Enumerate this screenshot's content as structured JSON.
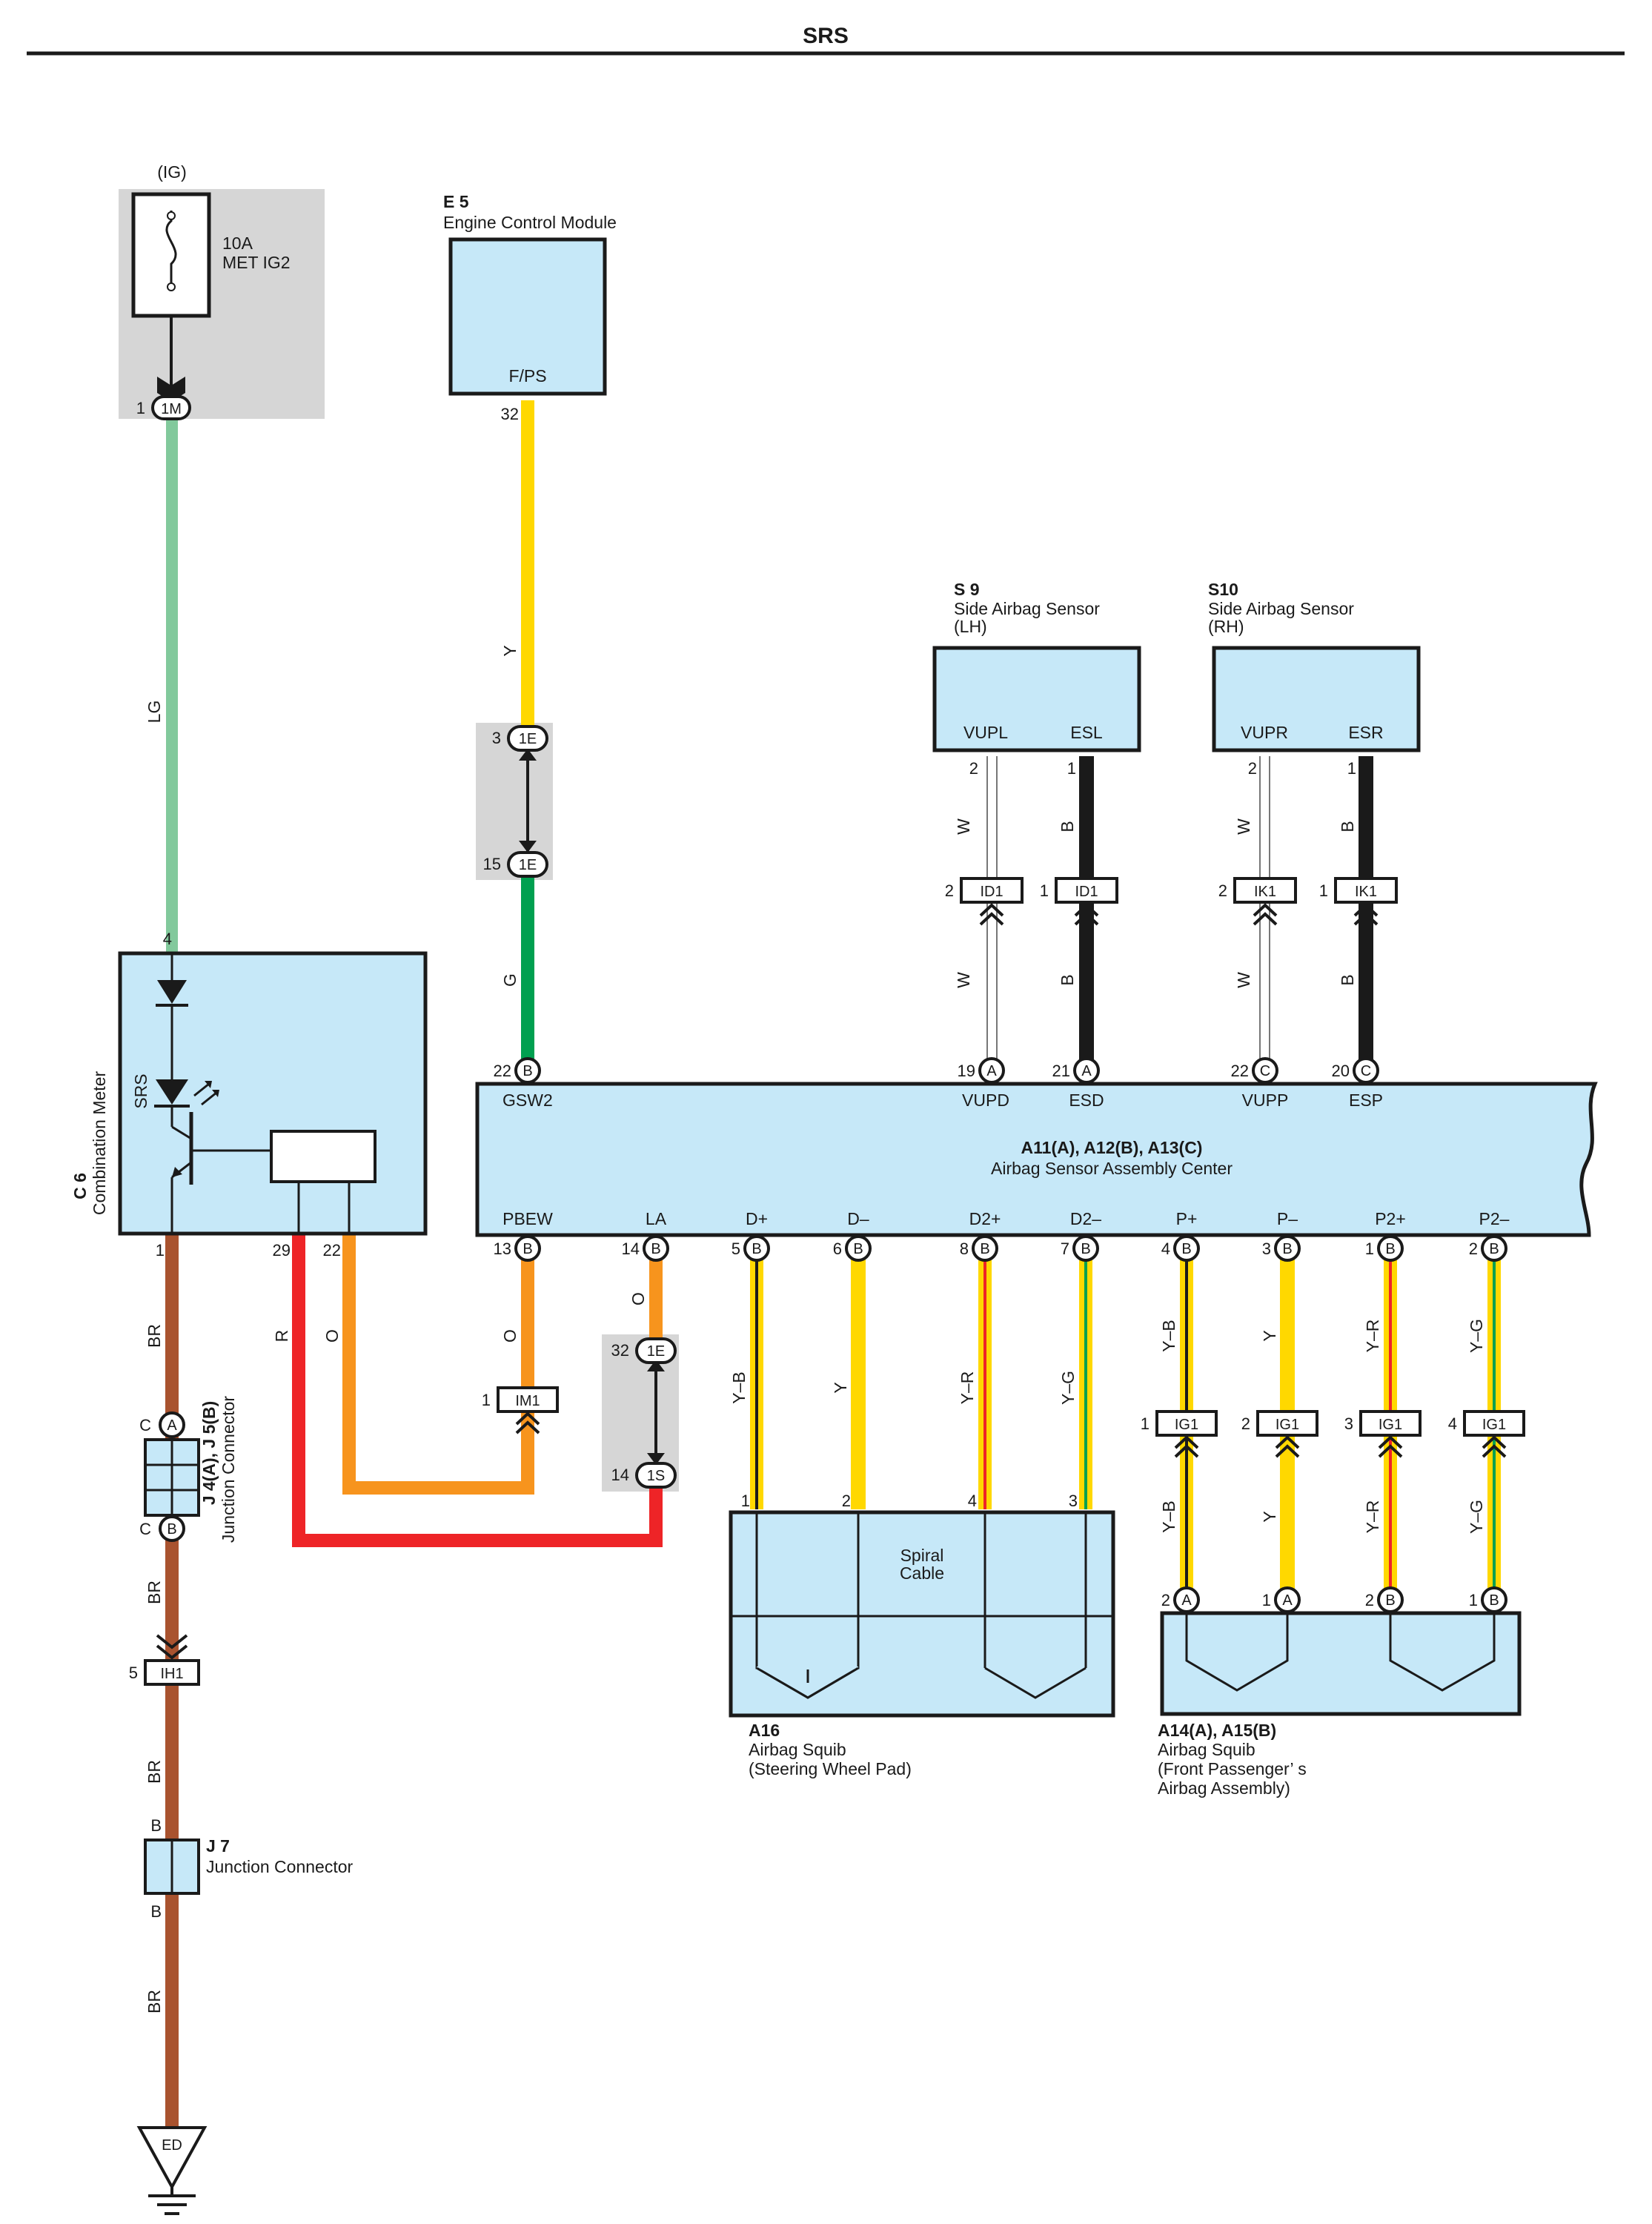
{
  "title": "SRS",
  "ig": {
    "supply": "(IG)",
    "fuse_rating": "10A",
    "fuse_name": "MET IG2",
    "conn_pin": "1",
    "conn_code": "1M"
  },
  "ecm": {
    "code": "E 5",
    "name": "Engine Control Module",
    "terminal": "F/PS",
    "pin": "32",
    "wire_upper": "Y",
    "junction_in_pin": "3",
    "junction_in_code": "1E",
    "junction_out_pin": "15",
    "junction_out_code": "1E",
    "wire_lower": "G"
  },
  "sensor_lh": {
    "code": "S 9",
    "name": "Side Airbag Sensor",
    "side": "(LH)",
    "term1": "VUPL",
    "term2": "ESL",
    "pin1": "2",
    "pin2": "1",
    "wire1": "W",
    "wire2": "B",
    "conn_pin1": "2",
    "conn_pin2": "1",
    "conn_code": "ID1"
  },
  "sensor_rh": {
    "code": "S10",
    "name": "Side Airbag Sensor",
    "side": "(RH)",
    "term1": "VUPR",
    "term2": "ESR",
    "pin1": "2",
    "pin2": "1",
    "wire1": "W",
    "wire2": "B",
    "conn_pin1": "2",
    "conn_pin2": "1",
    "conn_code": "IK1"
  },
  "meter": {
    "code": "C 6",
    "name": "Combination Meter",
    "lamp": "SRS",
    "pin_in": "4",
    "pin_gnd": "1",
    "pin_r": "29",
    "pin_o": "22"
  },
  "center": {
    "code": "A11(A), A12(B), A13(C)",
    "name": "Airbag Sensor Assembly Center",
    "top_terms": [
      {
        "pin": "22",
        "conn": "B",
        "label": "GSW2"
      },
      {
        "pin": "19",
        "conn": "A",
        "label": "VUPD"
      },
      {
        "pin": "21",
        "conn": "A",
        "label": "ESD"
      },
      {
        "pin": "22",
        "conn": "C",
        "label": "VUPP"
      },
      {
        "pin": "20",
        "conn": "C",
        "label": "ESP"
      }
    ],
    "bottom_terms": [
      {
        "pin": "13",
        "conn": "B",
        "label": "PBEW"
      },
      {
        "pin": "14",
        "conn": "B",
        "label": "LA"
      },
      {
        "pin": "5",
        "conn": "B",
        "label": "D+"
      },
      {
        "pin": "6",
        "conn": "B",
        "label": "D–"
      },
      {
        "pin": "8",
        "conn": "B",
        "label": "D2+"
      },
      {
        "pin": "7",
        "conn": "B",
        "label": "D2–"
      },
      {
        "pin": "4",
        "conn": "B",
        "label": "P+"
      },
      {
        "pin": "3",
        "conn": "B",
        "label": "P–"
      },
      {
        "pin": "1",
        "conn": "B",
        "label": "P2+"
      },
      {
        "pin": "2",
        "conn": "B",
        "label": "P2–"
      }
    ]
  },
  "wires": {
    "lg": "LG",
    "br": "BR",
    "r": "R",
    "o": "O",
    "d_plus": "Y–B",
    "d_minus": "Y",
    "d2_plus": "Y–R",
    "d2_minus": "Y–G",
    "p_plus": "Y–B",
    "p_minus": "Y",
    "p2_plus": "Y–R",
    "p2_minus": "Y–G"
  },
  "im1": {
    "pin": "1",
    "code": "IM1"
  },
  "la_junction": {
    "pin_top": "32",
    "code_top": "1E",
    "pin_bottom": "14",
    "code_bottom": "1S"
  },
  "ig1": {
    "code": "IG1",
    "pins": [
      "1",
      "2",
      "3",
      "4"
    ]
  },
  "j4": {
    "code": "J 4(A), J 5(B)",
    "name": "Junction Connector",
    "top": "A",
    "bottom": "B",
    "pin": "C"
  },
  "ih1": {
    "pin": "5",
    "code": "IH1"
  },
  "j7": {
    "code": "J 7",
    "name": "Junction Connector",
    "top": "B",
    "bottom": "B"
  },
  "ground": {
    "code": "ED"
  },
  "spiral": {
    "name1": "Spiral",
    "name2": "Cable",
    "pins": [
      "1",
      "2",
      "4",
      "3"
    ]
  },
  "a16": {
    "code": "A16",
    "name": "Airbag Squib",
    "detail": "(Steering Wheel Pad)"
  },
  "a14": {
    "code": "A14(A), A15(B)",
    "name": "Airbag Squib",
    "detail1": "(Front Passenger’ s",
    "detail2": " Airbag Assembly)",
    "pins": [
      {
        "pin": "2",
        "conn": "A"
      },
      {
        "pin": "1",
        "conn": "A"
      },
      {
        "pin": "2",
        "conn": "B"
      },
      {
        "pin": "1",
        "conn": "B"
      }
    ]
  },
  "colors": {
    "lg": "#82c99c",
    "yellow": "#ffd800",
    "green": "#00a050",
    "brown": "#a9532f",
    "red": "#ee2427",
    "orange": "#f7941d",
    "black": "#1a1a1a",
    "white_wire": "#ffffff",
    "box_fill": "#c6e8f8",
    "shade": "#d6d6d6"
  }
}
